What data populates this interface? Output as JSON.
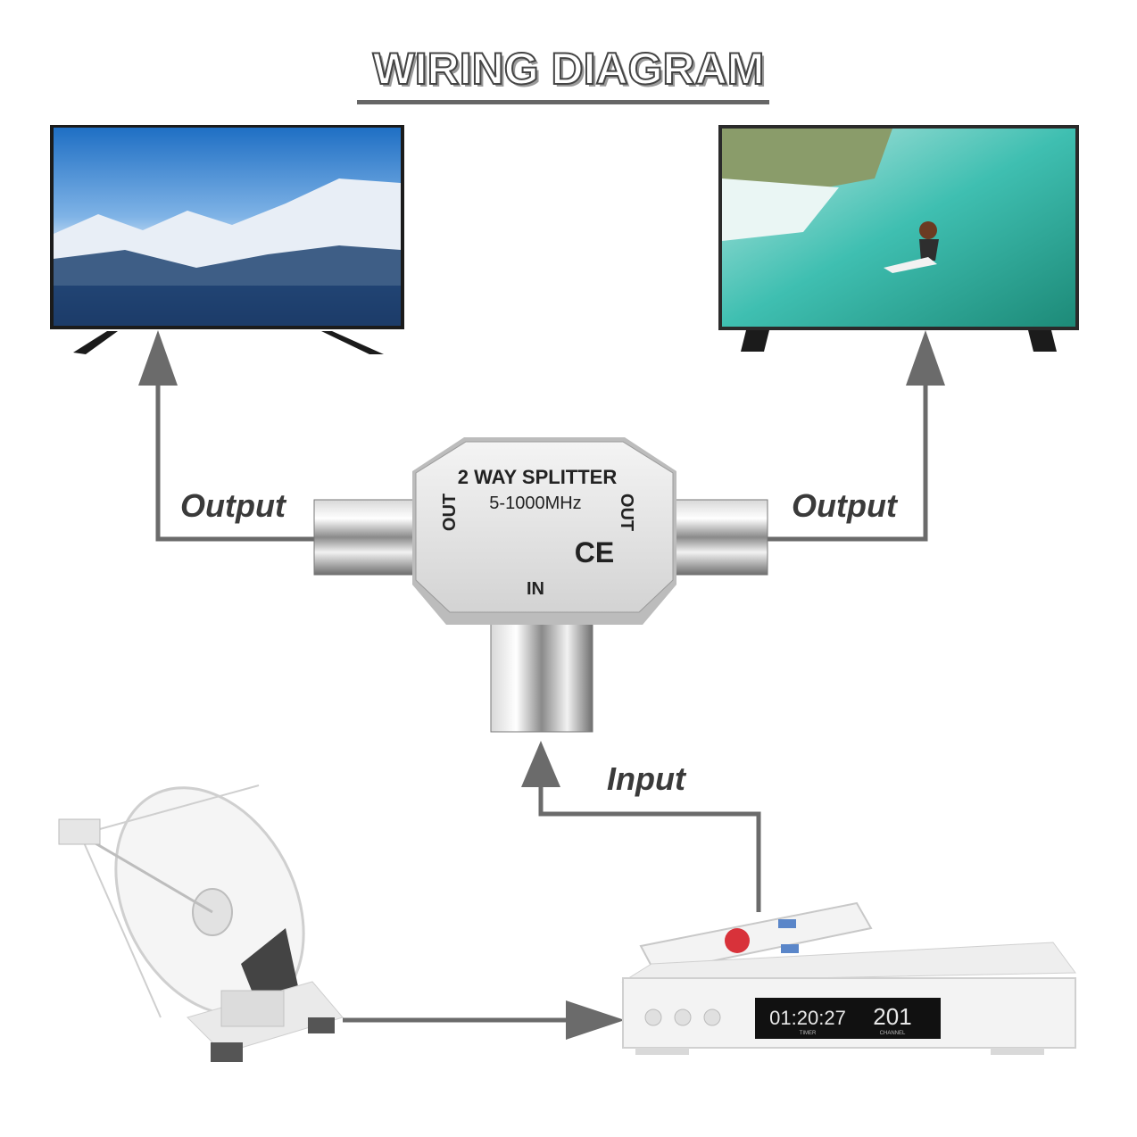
{
  "title": "WIRING DIAGRAM",
  "labels": {
    "output_left": "Output",
    "output_right": "Output",
    "input": "Input"
  },
  "splitter": {
    "name": "2 WAY SPLITTER",
    "freq": "5-1000MHz",
    "port_out_left": "OUT",
    "port_out_right": "OUT",
    "port_in": "IN",
    "mark": "CE"
  },
  "receiver": {
    "time": "01:20:27",
    "time_caption": "TIMER",
    "channel": "201",
    "channel_caption": "CHANNEL"
  },
  "colors": {
    "arrow": "#6b6b6b",
    "label": "#3a3a3a"
  }
}
